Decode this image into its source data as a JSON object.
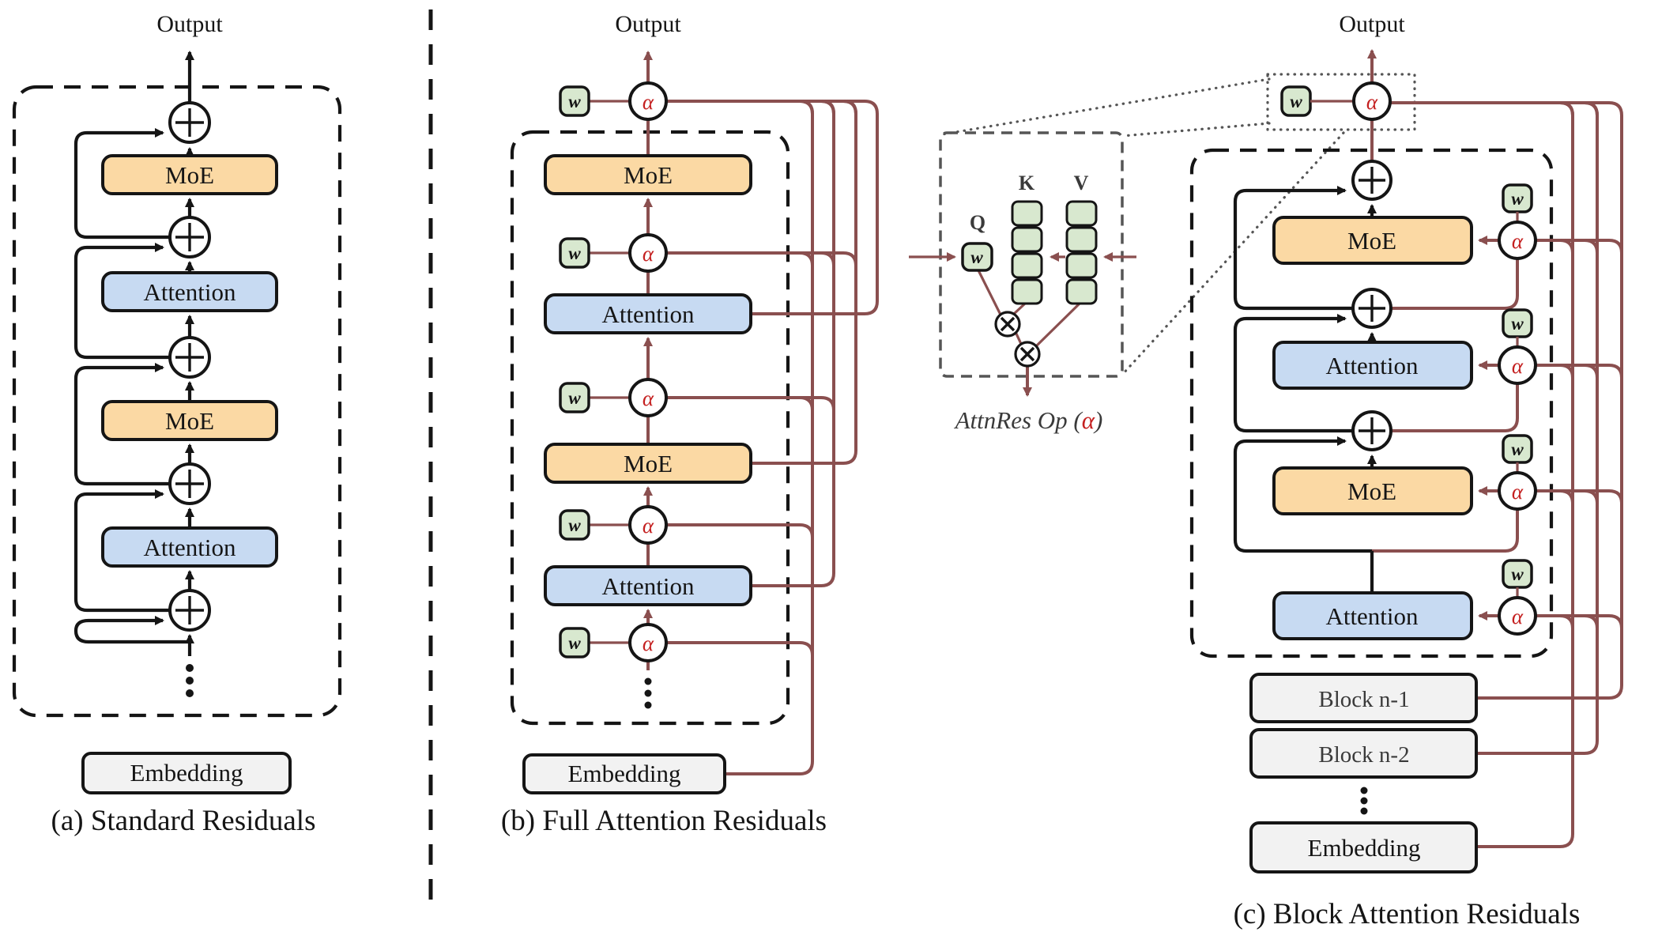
{
  "colors": {
    "bg": "#ffffff",
    "ink": "#151515",
    "maroon": "#8a4f4f",
    "red": "#c42020",
    "moe": "#fbd9a4",
    "attn": "#c7daf2",
    "green": "#d8e8cf",
    "gray": "#f2f2f2",
    "detail": "#555555",
    "subtle": "#3a3a3a"
  },
  "labels": {
    "output": "Output",
    "moe": "MoE",
    "attention": "Attention",
    "embedding": "Embedding",
    "block_n1": "Block n-1",
    "block_n2": "Block n-2",
    "weight": "w",
    "alpha": "α",
    "q": "Q",
    "k": "K",
    "v": "V",
    "attnres_prefix": "AttnRes Op (",
    "attnres_alpha": "α",
    "attnres_suffix": ")"
  },
  "panels": [
    {
      "id": "a",
      "caption": "(a) Standard Residuals",
      "output": "Output",
      "stack_top_to_bottom": [
        "add",
        "MoE",
        "add",
        "Attention",
        "add",
        "MoE",
        "add",
        "Attention",
        "add",
        "dots"
      ],
      "base": "Embedding"
    },
    {
      "id": "b",
      "caption": "(b) Full Attention Residuals",
      "output": "Output",
      "stack_top_to_bottom": [
        "w+alpha",
        "MoE",
        "w+alpha",
        "Attention",
        "w+alpha",
        "MoE",
        "w+alpha",
        "Attention",
        "w+alpha",
        "dots"
      ],
      "base": "Embedding",
      "residual_stream_count": 4
    },
    {
      "id": "c",
      "caption": "(c) Block Attention Residuals",
      "output": "Output",
      "block_stack_top_to_bottom": [
        "w+alpha",
        "add",
        "MoE",
        "add",
        "Attention",
        "add",
        "MoE",
        "Attention"
      ],
      "lower_stack": [
        "Block n-1",
        "Block n-2",
        "dots",
        "Embedding"
      ],
      "residual_stream_count": 3
    }
  ],
  "detail_inset": {
    "q": "Q",
    "k": "K",
    "v": "V",
    "w": "w",
    "k_cells": 4,
    "v_cells": 4,
    "caption": "AttnRes Op (α)"
  }
}
